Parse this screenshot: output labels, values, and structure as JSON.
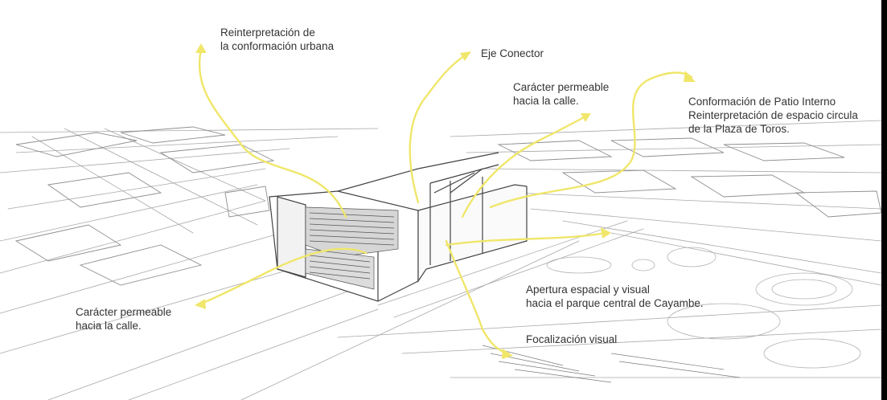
{
  "annotations": {
    "urbana": {
      "line1": "Reinterpretación de",
      "line2": "la conformación urbana"
    },
    "eje": {
      "line1": "Eje Conector"
    },
    "permeable_top": {
      "line1": "Carácter permeable",
      "line2": "hacia la calle."
    },
    "patio": {
      "line1": "Conformación de Patio Interno",
      "line2": "Reinterpretación de espacio circula",
      "line3": "de la Plaza de Toros."
    },
    "permeable_left": {
      "line1": "Carácter permeable",
      "line2": "hacia la calle."
    },
    "apertura": {
      "line1": "Apertura espacial y visual",
      "line2": "hacia el parque central de Cayambe."
    },
    "focal": {
      "line1": "Focalización visual"
    }
  },
  "colors": {
    "arrow": "#f0e66a",
    "pencil": "#9a9a9a",
    "hatch": "#555555",
    "text": "#333333",
    "frame": "#000000"
  }
}
